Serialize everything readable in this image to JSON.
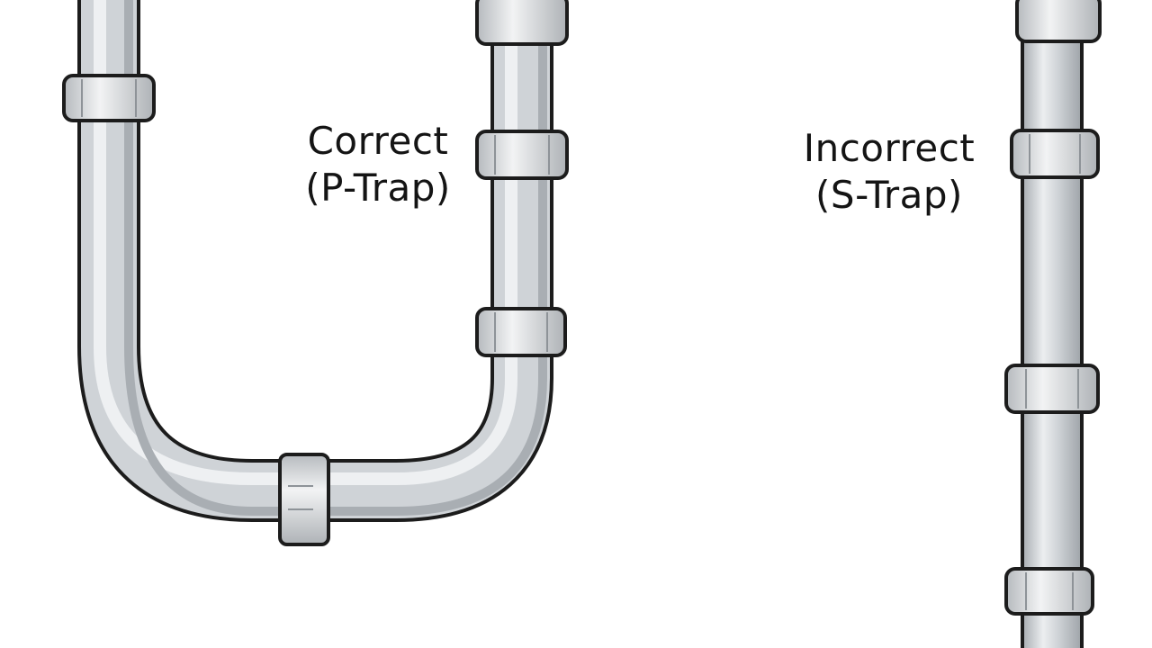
{
  "labels": {
    "correct": {
      "line1": "Correct",
      "line2": "(P-Trap)"
    },
    "incorrect": {
      "line1": "Incorrect",
      "line2": "(S-Trap)"
    }
  },
  "colors": {
    "background": "#ffffff",
    "pipe_fill": "#cfd3d7",
    "pipe_highlight": "#eef0f2",
    "pipe_shadow": "#a9aeb3",
    "outline": "#1c1c1c"
  },
  "icons": [
    "p-trap-pipe-icon",
    "straight-pipe-icon",
    "coupling-icon"
  ]
}
